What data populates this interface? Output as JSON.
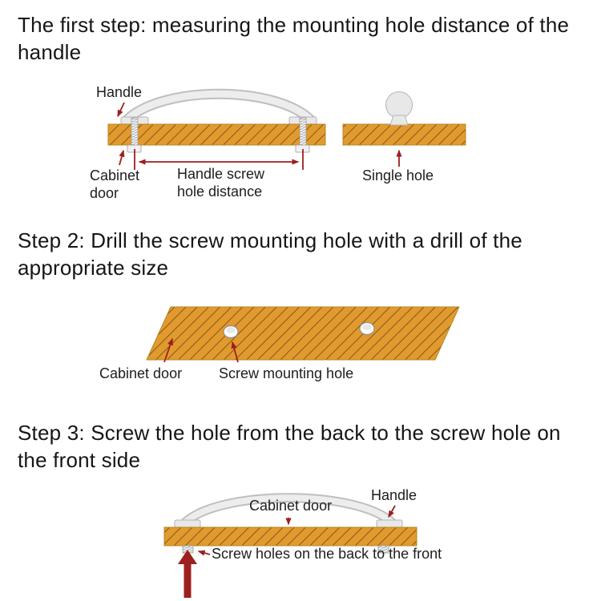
{
  "colors": {
    "wood": "#E29A2E",
    "wood_hatch": "#7E5A1E",
    "board_edge": "#B8861F",
    "pointer_red": "#9E1F1F",
    "handle_gray": "#ECECEC",
    "text": "#161616"
  },
  "step1": {
    "title": "The first step: measuring the mounting hole distance of the handle",
    "labels": {
      "handle": "Handle",
      "cabinet_door": "Cabinet door",
      "screw_distance": "Handle screw hole distance",
      "single_hole": "Single hole"
    }
  },
  "step2": {
    "title": "Step 2: Drill the screw mounting hole with a drill of the appropriate size",
    "labels": {
      "cabinet_door": "Cabinet door",
      "screw_hole": "Screw mounting hole"
    }
  },
  "step3": {
    "title": "Step 3: Screw the hole from the back to the screw hole on the front side",
    "labels": {
      "cabinet_door": "Cabinet door",
      "handle": "Handle",
      "screw_holes": "Screw holes on the back to the front"
    }
  }
}
